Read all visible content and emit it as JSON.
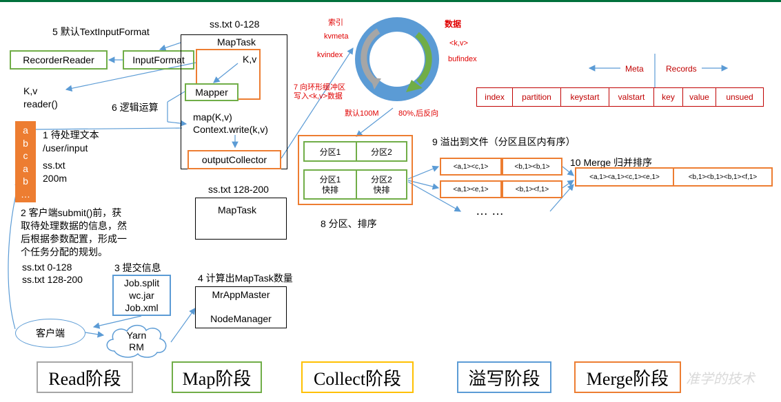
{
  "top_line_color": "#00703c",
  "colors": {
    "green": "#70ad47",
    "orange": "#ed7d31",
    "blue": "#5b9bd5",
    "red": "#c00000"
  },
  "step5_label": "5 默认TextInputFormat",
  "recorder_reader": "RecorderReader",
  "input_format": "InputFormat",
  "kv_reader": "K,v",
  "reader_call": "reader()",
  "file_stack": [
    "a",
    "b",
    "c",
    "a",
    "b",
    "…"
  ],
  "step1_title": "1 待处理文本",
  "step1_path": "/user/input",
  "step1_file": "ss.txt",
  "step1_size": "200m",
  "step2_lines": [
    "2 客户端submit()前，获",
    "取待处理数据的信息，然",
    "后根据参数配置，形成一",
    "个任务分配的规划。"
  ],
  "split1": "ss.txt  0-128",
  "split2": "ss.txt  128-200",
  "step3_label": "3 提交信息",
  "submit_files": [
    "Job.split",
    "wc.jar",
    "Job.xml"
  ],
  "client": "客户端",
  "yarn_rm": [
    "Yarn",
    "RM"
  ],
  "step4_label": "4 计算出MapTask数量",
  "app_master": "MrAppMaster",
  "node_manager": "NodeManager",
  "maptask1_range": "ss.txt 0-128",
  "maptask1_title": "MapTask",
  "maptask_kv": "K,v",
  "mapper": "Mapper",
  "step6_label": "6 逻辑运算",
  "map_call": "map(K,v)",
  "context_write": "Context.write(k,v)",
  "output_collector": "outputCollector",
  "maptask2_range": "ss.txt 128-200",
  "maptask2_title": "MapTask",
  "ring": {
    "index_label": "索引",
    "kvmeta": "kvmeta",
    "kvindex": "kvindex",
    "data_label": "数据",
    "kv": "<k,v>",
    "bufindex": "bufindex",
    "default_size": "默认100M",
    "reverse": "80%,后反向"
  },
  "step7_lines": [
    "7 向环形缓冲区",
    "写入<k,v>数据"
  ],
  "meta_label": "Meta",
  "records_label": "Records",
  "meta_table": [
    "index",
    "partition",
    "keystart",
    "valstart",
    "key",
    "value",
    "unsued"
  ],
  "partitions_top": [
    "分区1",
    "分区2"
  ],
  "partitions_bottom": [
    [
      "分区1",
      "快排"
    ],
    [
      "分区2",
      "快排"
    ]
  ],
  "step8_label": "8 分区、排序",
  "step9_label": "9 溢出到文件（分区且区内有序）",
  "spill_rows": [
    [
      "<a,1><c,1>",
      "<b,1><b,1>"
    ],
    [
      "<a,1><e,1>",
      "<b,1><f,1>"
    ]
  ],
  "ellipsis": "… …",
  "step10_label": "10 Merge 归并排序",
  "merge_cells": [
    "<a,1><a,1><c,1><e,1>",
    "<b,1><b,1><b,1><f,1>"
  ],
  "phases": [
    {
      "label": "Read阶段",
      "color": "#a6a6a6"
    },
    {
      "label": "Map阶段",
      "color": "#70ad47"
    },
    {
      "label": "Collect阶段",
      "color": "#ffc000"
    },
    {
      "label": "溢写阶段",
      "color": "#5b9bd5"
    },
    {
      "label": "Merge阶段",
      "color": "#ed7d31"
    }
  ],
  "watermark": "准学的技术"
}
